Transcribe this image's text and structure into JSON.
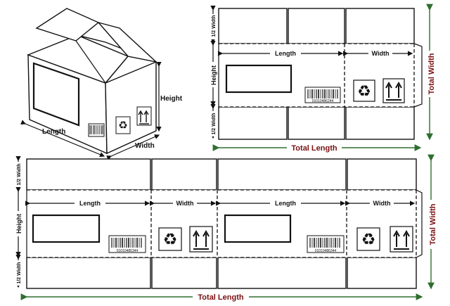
{
  "box_3d": {
    "height": "Height",
    "length": "Length",
    "width": "Width"
  },
  "small_layout": {
    "half_width_top": "1/2 Width",
    "half_width_bottom": "1/2 Width",
    "height": "Height",
    "length": "Length",
    "width": "Width",
    "total_width": "Total Width",
    "total_length": "Total Length",
    "barcode_number": "01010486244"
  },
  "large_layout": {
    "half_width_top": "1/2 Width",
    "half_width_bottom": "1/2 Width",
    "height": "Height",
    "length_1": "Length",
    "width_1": "Width",
    "length_2": "Length",
    "width_2": "Width",
    "total_width": "Total Width",
    "total_length": "Total Length",
    "barcode_number_1": "01010486344",
    "barcode_number_2": "01010486344"
  },
  "colors": {
    "line": "#111111",
    "total_label": "#7a1010",
    "total_arrow": "#2f6e2f"
  },
  "icons": [
    "recycle-icon",
    "this-side-up-icon",
    "barcode-icon"
  ]
}
